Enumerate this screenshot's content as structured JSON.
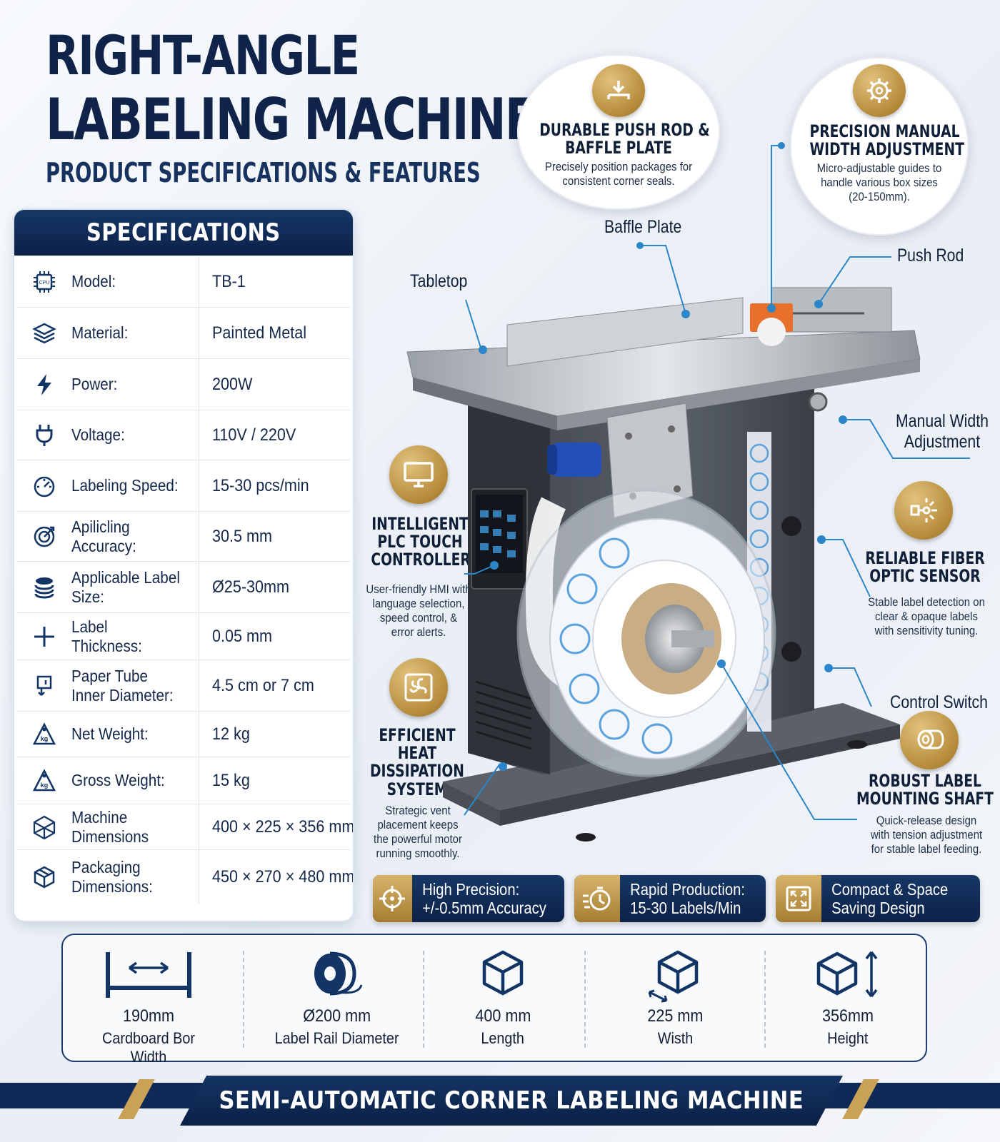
{
  "header": {
    "title_line1": "RIGHT-ANGLE",
    "title_line2": "LABELING MACHINE",
    "subtitle": "PRODUCT SPECIFICATIONS & FEATURES"
  },
  "specs": {
    "title": "SPECIFICATIONS",
    "rows": [
      {
        "icon": "cpu-icon",
        "label": "Model:",
        "value": "TB-1"
      },
      {
        "icon": "layers-icon",
        "label": "Material:",
        "value": "Painted Metal"
      },
      {
        "icon": "lightning-icon",
        "label": "Power:",
        "value": "200W"
      },
      {
        "icon": "plug-icon",
        "label": "Voltage:",
        "value": "110V / 220V"
      },
      {
        "icon": "gauge-icon",
        "label": "Labeling Speed:",
        "value": "15-30 pcs/min"
      },
      {
        "icon": "target-icon",
        "label": "Apilicling Accuracy:",
        "value": "30.5 mm"
      },
      {
        "icon": "stack-icon",
        "label": "Applicable Label Size:",
        "value": "Ø25-30mm"
      },
      {
        "icon": "plus-icon",
        "label": "Label Thickness:",
        "value": "0.05 mm"
      },
      {
        "icon": "tube-icon",
        "label": "Paper Tube Inner Diameter:",
        "value": "4.5 cm or 7 cm"
      },
      {
        "icon": "weight-icon",
        "label": "Net Weight:",
        "value": "12 kg"
      },
      {
        "icon": "weight-icon",
        "label": "Gross Weight:",
        "value": "15 kg"
      },
      {
        "icon": "box-3d-icon",
        "label": "Machine Dimensions",
        "value": "400 × 225 × 356 mm"
      },
      {
        "icon": "package-icon",
        "label": "Packaging Dimensions:",
        "value": "450 × 270 × 480 mm"
      }
    ]
  },
  "features": {
    "push_rod": {
      "title_line1": "DURABLE PUSH ROD &",
      "title_line2": "BAFFLE PLATE",
      "desc_line1": "Precisely position packages for",
      "desc_line2": "consistent corner seals."
    },
    "width_adjust": {
      "title_line1": "PRECISION MANUAL",
      "title_line2": "WIDTH ADJUSTMENT",
      "desc_line1": "Micro-adjustable guides to",
      "desc_line2": "handle various box sizes",
      "desc_line3": "(20-150mm)."
    },
    "plc": {
      "title_line1": "INTELLIGENT",
      "title_line2": "PLC TOUCH",
      "title_line3": "CONTROLLER",
      "desc_line1": "User-friendly HMI with",
      "desc_line2": "language selection,",
      "desc_line3": "speed control, &",
      "desc_line4": "error alerts."
    },
    "heat": {
      "title_line1": "EFFICIENT",
      "title_line2": "HEAT",
      "title_line3": "DISSIPATION",
      "title_line4": "SYSTEM",
      "desc_line1": "Strategic vent",
      "desc_line2": "placement keeps",
      "desc_line3": "the powerful motor",
      "desc_line4": "running smoothly."
    },
    "sensor": {
      "title_line1": "RELIABLE FIBER",
      "title_line2": "OPTIC SENSOR",
      "desc_line1": "Stable label detection on",
      "desc_line2": "clear & opaque labels",
      "desc_line3": "with sensitivity tuning."
    },
    "shaft": {
      "title_line1": "ROBUST LABEL",
      "title_line2": "MOUNTING SHAFT",
      "desc_line1": "Quick-release design",
      "desc_line2": "with tension adjustment",
      "desc_line3": "for stable label feeding."
    }
  },
  "callouts": {
    "baffle_plate": "Baffle Plate",
    "push_rod": "Push Rod",
    "tabletop": "Tabletop",
    "manual_width_line1": "Manual Width",
    "manual_width_line2": "Adjustment",
    "control_switch": "Control Switch"
  },
  "badges": [
    {
      "icon": "crosshair-icon",
      "line1": "High Precision:",
      "line2": "+/-0.5mm Accuracy"
    },
    {
      "icon": "stopwatch-icon",
      "line1": "Rapid Production:",
      "line2": "15-30 Labels/Min"
    },
    {
      "icon": "expand-icon",
      "line1": "Compact & Space",
      "line2": "Saving Design"
    }
  ],
  "dimensions": [
    {
      "icon": "width-arrows-icon",
      "value": "190mm",
      "label": "Cardboard Bor Width"
    },
    {
      "icon": "tape-roll-icon",
      "value": "Ø200 mm",
      "label": "Label Rail Diameter"
    },
    {
      "icon": "cube-icon",
      "value": "400 mm",
      "label": "Length"
    },
    {
      "icon": "cube-width-icon",
      "value": "225 mm",
      "label": "Wisth"
    },
    {
      "icon": "cube-height-icon",
      "value": "356mm",
      "label": "Height"
    }
  ],
  "footer": {
    "text": "SEMI-AUTOMATIC CORNER LABELING MACHINE"
  },
  "colors": {
    "navy": "#0f2448",
    "gold": "#c9a257",
    "accent_blue": "#2a86c8"
  }
}
